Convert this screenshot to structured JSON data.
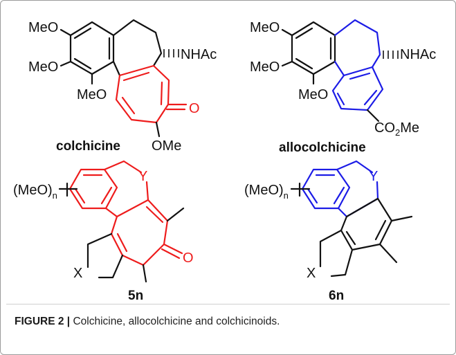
{
  "labels": {
    "meo": "MeO",
    "nhac": "NHAc",
    "o": "O",
    "ome": "OMe",
    "co2me_main": "CO",
    "co2me_sub": "2",
    "co2me_tail": "Me",
    "meo_n_main": "(MeO)",
    "meo_n_sub": "n",
    "x": "X",
    "y": "Y"
  },
  "compounds": {
    "colchicine": "colchicine",
    "allocolchicine": "allocolchicine",
    "c5n": "5n",
    "c6n": "6n"
  },
  "caption": {
    "label": "FIGURE 2 |",
    "text": " Colchicine, allocolchicine and colchicinoids."
  },
  "colors": {
    "tropolone_ring": "#ee1c1c",
    "benzenoid_ring": "#1c1ce6",
    "bonds": "#111111"
  }
}
